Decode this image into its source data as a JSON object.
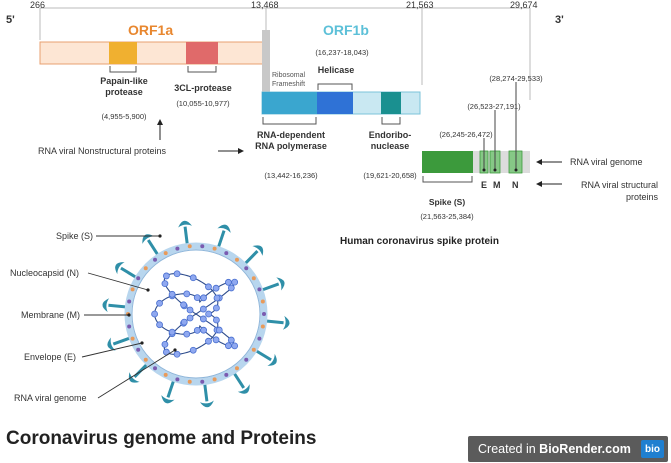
{
  "genome": {
    "five_prime": "5'",
    "three_prime": "3'",
    "positions": [
      "266",
      "13,468",
      "21,563",
      "29,674"
    ],
    "orf1a_label": "ORF1a",
    "orf1b_label": "ORF1b"
  },
  "orf1a_domains": {
    "papain_label": "Papain-like\nprotease",
    "papain_range": "(4,955-5,900)",
    "protease_3cl_label": "3CL-protease",
    "protease_3cl_range": "(10,055-10,977)"
  },
  "orf1b_domains": {
    "ribosomal_frameshift": "Ribosomal\nFrameshift",
    "helicase_range": "(16,237-18,043)",
    "helicase_label": "Helicase",
    "rdrp_label": "RNA-dependent\nRNA polymerase",
    "rdrp_range": "(13,442-16,236)",
    "endo_label": "Endoribo-\nnuclease",
    "endo_range": "(19,621-20,658)"
  },
  "nonstructural_label": "RNA viral Nonstructural proteins",
  "structural": {
    "n_range": "(28,274-29,533)",
    "m_range": "(26,523-27,191)",
    "e_range": "(26,245-26,472)",
    "e_label": "E",
    "m_label": "M",
    "n_label": "N",
    "spike_label": "Spike (S)",
    "spike_range": "(21,563-25,384)",
    "genome_arrow_label": "RNA viral genome",
    "structural_arrow_label": "RNA viral structural\nproteins"
  },
  "spike_caption": "Human coronavirus spike protein",
  "virion_labels": {
    "spike": "Spike (S)",
    "nucleocapsid": "Nucleocapsid (N)",
    "membrane": "Membrane (M)",
    "envelope": "Envelope (E)",
    "rna": "RNA viral genome"
  },
  "title": "Coronavirus genome and Proteins",
  "badge": {
    "created_in": "Created in",
    "brand": "BioRender.com",
    "logo": "bio"
  },
  "colors": {
    "orf1a_bar": "#fde6d4",
    "orf1a_text": "#e8872f",
    "orf1b_text": "#5cc0d8",
    "papain": "#f0b030",
    "protease_3cl": "#e06a6a",
    "rdrp": "#3aa6cf",
    "helicase": "#2f72d6",
    "endo": "#1a9090",
    "spike_gene": "#3c9a3c",
    "structural_gene": "#86c886",
    "virion_spike": "#2f8fa8",
    "virion_ring": "#b8d6ee",
    "nucleocapsid": "#4a70d0"
  }
}
